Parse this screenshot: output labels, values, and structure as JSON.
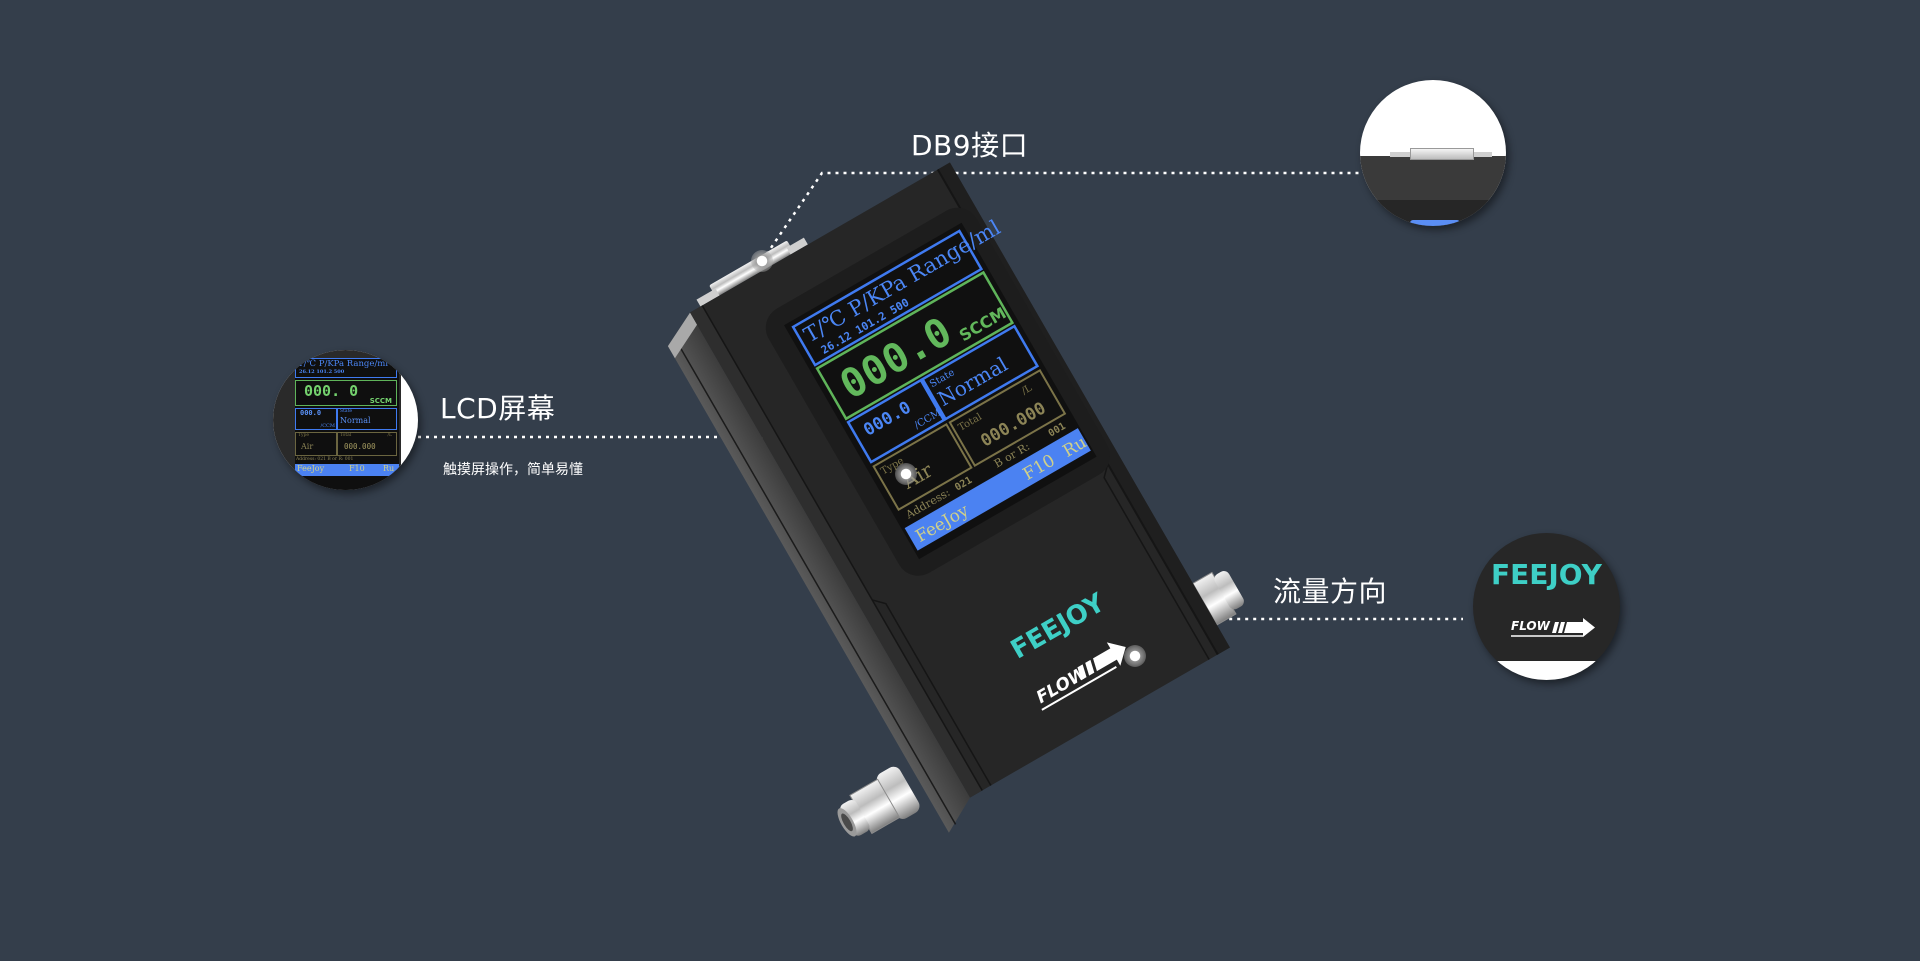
{
  "colors": {
    "background": "#343e4b",
    "device_body": "#262626",
    "brand_teal": "#3ecfc6",
    "lcd_blue": "#3f7af0",
    "lcd_green": "#5fb45a",
    "lcd_olive": "#7b7348",
    "callout_white": "#ffffff"
  },
  "callouts": {
    "db9": {
      "title": "DB9接口"
    },
    "lcd": {
      "title": "LCD屏幕",
      "subtitle": "触摸屏操作，简单易懂"
    },
    "flow": {
      "title": "流量方向"
    }
  },
  "device": {
    "brand": "FEEJOY",
    "flow_label": "FLOW",
    "lcd": {
      "header": "T/℃ P/KPa Range/ml",
      "header_values": "26.12 101.2  500",
      "main_value": "000.0",
      "main_unit": "SCCM",
      "sub_value": "000.0",
      "sub_unit": "/CCM",
      "state_label": "State",
      "state_value": "Normal",
      "type_label": "Type",
      "type_value": "Air",
      "total_label": "Total",
      "total_unit": "/L",
      "total_value": "000.000",
      "address_label": "Address:",
      "address_value": "021",
      "b_or_r_label": "B or R:",
      "b_or_r_value": "001",
      "footer_brand": "FeeJoy",
      "footer_key": "F10",
      "footer_mode": "Ru"
    }
  },
  "zoom_circles": {
    "lcd": {
      "header": "T/℃ P/KPa Range/ml",
      "header_values": "26.12 101.2  500",
      "main_value": "000. 0",
      "main_unit": "SCCM",
      "sub_value": "000.0",
      "sub_unit": "/CCM",
      "state_label": "State",
      "state_value": "Normal",
      "type_label": "Type",
      "type_value": "Air",
      "total_label": "Total",
      "total_unit": "/L",
      "total_value": "000.000",
      "address_line": "Address: 021   B or R: 001",
      "footer_brand": "FeeJoy",
      "footer_key": "F10",
      "footer_mode": "Ru"
    },
    "flow": {
      "brand": "FEEJOY",
      "flow_label": "FLOW"
    }
  }
}
